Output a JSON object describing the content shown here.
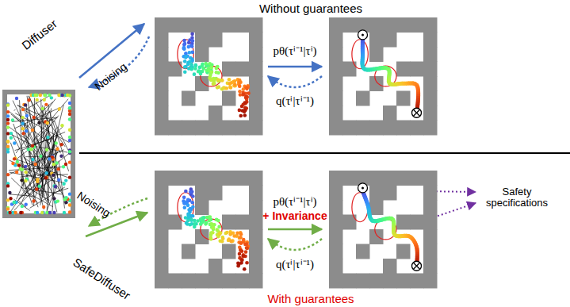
{
  "diagram": {
    "labels": [
      "Without guarantees",
      "Diffuser",
      "Noising",
      "pθ(τⁱ⁻¹|τⁱ)",
      "q(τⁱ|τⁱ⁻¹)",
      "Safety specifications",
      "pθ(τⁱ⁻¹|τⁱ)",
      "+ Invariance",
      "q(τⁱ|τⁱ⁻¹)",
      "Noising",
      "SafeDiffuser",
      "With guarantees"
    ]
  }
}
